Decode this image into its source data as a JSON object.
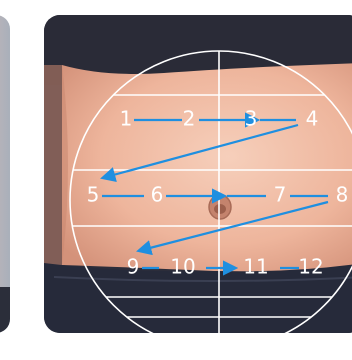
{
  "diagram": {
    "site_labels": [
      "1",
      "2",
      "3",
      "4",
      "5",
      "6",
      "7",
      "8",
      "9",
      "10",
      "11",
      "12"
    ],
    "colors": {
      "skin_light": "#f3c4ae",
      "skin_dark": "#d99a82",
      "clothing": "#262a3a",
      "grid": "#ffffff",
      "arrow": "#1f8fe0"
    }
  }
}
